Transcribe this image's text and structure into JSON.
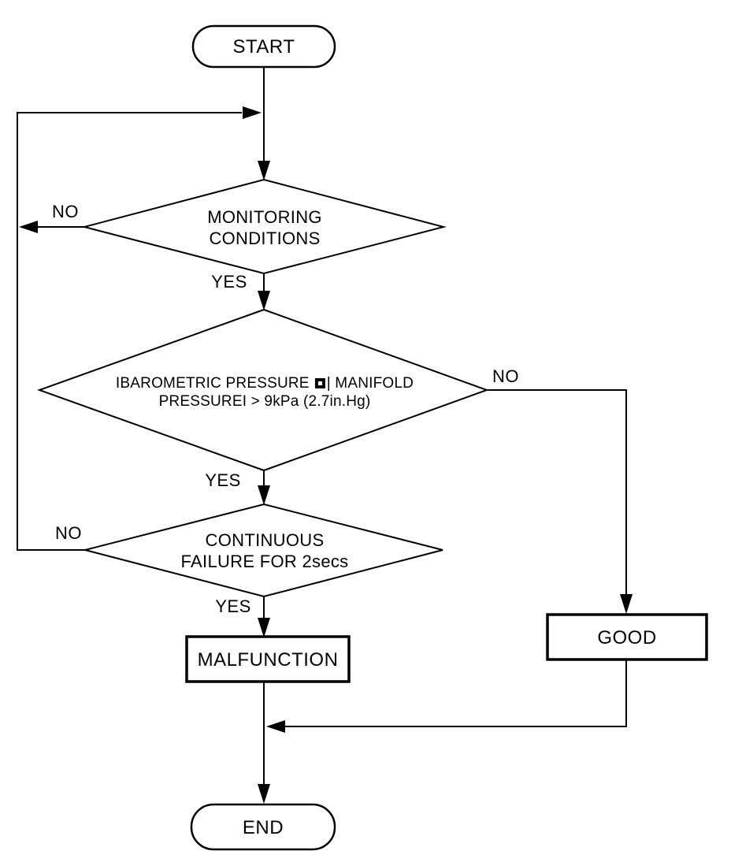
{
  "nodes": {
    "start": {
      "label": "START"
    },
    "monitoring": {
      "line1": "MONITORING",
      "line2": "CONDITIONS"
    },
    "pressure": {
      "line1_before_icon": "IBAROMETRIC PRESSURE",
      "icon": "inverse-square-bullet-icon",
      "line1_after_icon": "| MANIFOLD",
      "line2": "PRESSUREI > 9kPa (2.7in.Hg)"
    },
    "continuous": {
      "line1": "CONTINUOUS",
      "line2": "FAILURE FOR 2secs"
    },
    "malfunction": {
      "label": "MALFUNCTION"
    },
    "good": {
      "label": "GOOD"
    },
    "end": {
      "label": "END"
    }
  },
  "edge_labels": {
    "monitoring_no": "NO",
    "monitoring_yes": "YES",
    "pressure_no": "NO",
    "pressure_yes": "YES",
    "continuous_no": "NO",
    "continuous_yes": "YES"
  },
  "edges": [
    {
      "from": "start",
      "to": "monitoring-conditions",
      "label": ""
    },
    {
      "from": "monitoring-conditions",
      "to": "loop-back-to-top",
      "label": "NO"
    },
    {
      "from": "monitoring-conditions",
      "to": "barometric-pressure-check",
      "label": "YES"
    },
    {
      "from": "barometric-pressure-check",
      "to": "good",
      "label": "NO"
    },
    {
      "from": "barometric-pressure-check",
      "to": "continuous-failure",
      "label": "YES"
    },
    {
      "from": "continuous-failure",
      "to": "loop-back-to-top",
      "label": "NO"
    },
    {
      "from": "continuous-failure",
      "to": "malfunction",
      "label": "YES"
    },
    {
      "from": "malfunction",
      "to": "end",
      "label": ""
    },
    {
      "from": "good",
      "to": "end",
      "label": ""
    }
  ],
  "colors": {
    "line": "#000000",
    "background": "#ffffff",
    "text": "#000000"
  }
}
